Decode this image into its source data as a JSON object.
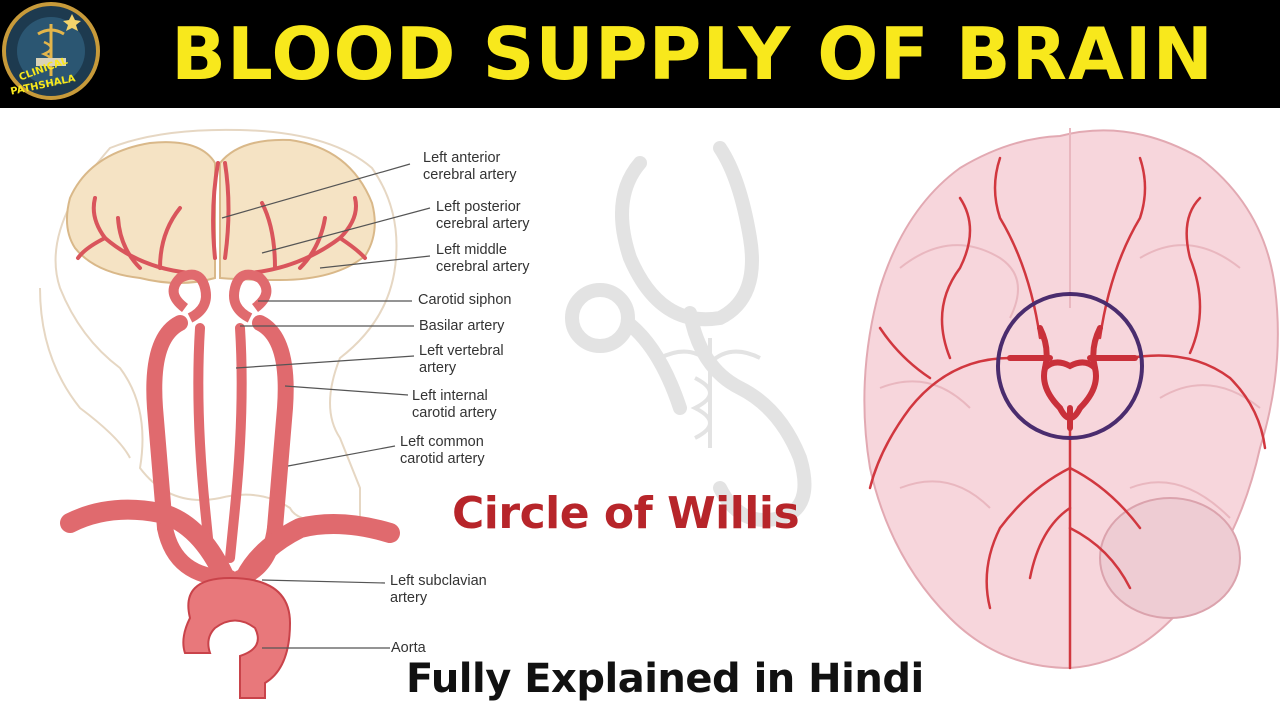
{
  "header": {
    "title": "BLOOD SUPPLY OF BRAIN",
    "logo_text_top": "CLINICAL",
    "logo_text_bottom": "PATHSHALA"
  },
  "diagram": {
    "labels": {
      "left_anterior_cerebral_1": "Left anterior",
      "left_anterior_cerebral_2": "cerebral artery",
      "left_posterior_cerebral_1": "Left posterior",
      "left_posterior_cerebral_2": "cerebral artery",
      "left_middle_cerebral_1": "Left middle",
      "left_middle_cerebral_2": "cerebral artery",
      "carotid_siphon": "Carotid siphon",
      "basilar_artery": "Basilar artery",
      "left_vertebral_1": "Left vertebral",
      "left_vertebral_2": "artery",
      "left_internal_carotid_1": "Left internal",
      "left_internal_carotid_2": "carotid artery",
      "left_common_carotid_1": "Left common",
      "left_common_carotid_2": "carotid artery",
      "left_subclavian_1": "Left subclavian",
      "left_subclavian_2": "artery",
      "aorta": "Aorta"
    },
    "circle_title": "Circle of Willis",
    "footer": "Fully Explained in Hindi"
  },
  "colors": {
    "banner_bg": "#000000",
    "title_yellow": "#f8e81c",
    "artery_red": "#e06a6e",
    "artery_dark": "#c9434a",
    "circle_purple": "#4a2c6e",
    "accent_red": "#b7252a"
  }
}
